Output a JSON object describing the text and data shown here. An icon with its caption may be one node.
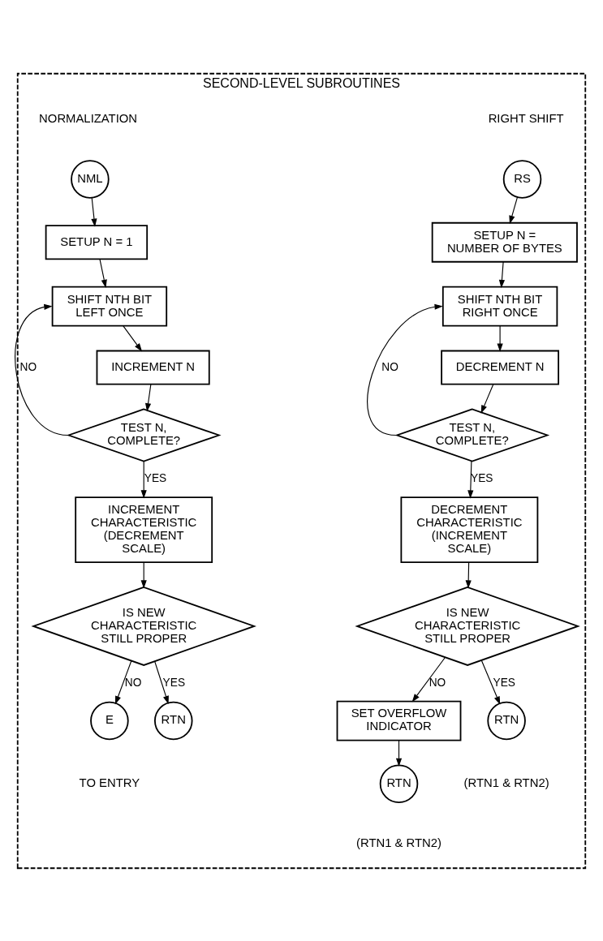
{
  "diagram": {
    "nodes": [
      {
        "text": [
          "SECOND-LEVEL SUBROUTINES"
        ]
      },
      {
        "text": [
          "NML"
        ],
        "in": 0,
        "beside": [
          "NORMALIZATION"
        ]
      },
      {
        "text": [
          "SETUP N = 1"
        ],
        "in": 0
      },
      {
        "text": [
          "SHIFT NTH BIT LEFT ONCE"
        ],
        "in": 0
      },
      {
        "text": [
          "INCREMENT N"
        ],
        "in": 0
      },
      {
        "text": [
          "TEST N, COMPLETE?"
        ],
        "in": 0
      },
      {
        "text": [
          "INCREMENT CHARACTERISTIC (DECREMENT SCALE)"
        ],
        "in": 0
      },
      {
        "text": [
          "IS NEW CHARACTERISTIC STILL PROPER"
        ],
        "in": 0
      },
      {
        "text": [
          "E"
        ],
        "in": 0,
        "beside": [
          "TO ENTRY"
        ]
      },
      {
        "text": [
          "RTN"
        ],
        "in": 0
      },
      {
        "text": [
          "RS"
        ],
        "in": 0,
        "beside": [
          "RIGHT SHIFT"
        ]
      },
      {
        "text": [
          "SETUP N = NUMBER OF BYTES"
        ],
        "in": 0
      },
      {
        "text": [
          "SHIFT NTH BIT RIGHT ONCE"
        ],
        "in": 0
      },
      {
        "text": [
          "DECREMENT N"
        ],
        "in": 0
      },
      {
        "text": [
          "TEST N, COMPLETE?"
        ],
        "in": 0
      },
      {
        "text": [
          "DECREMENT CHARACTERISTIC (INCREMENT SCALE)"
        ],
        "in": 0
      },
      {
        "text": [
          "IS NEW CHARACTERISTIC STILL PROPER"
        ],
        "in": 0
      },
      {
        "text": [
          "SET OVERFLOW INDICATOR"
        ],
        "in": 0
      },
      {
        "text": [
          "RTN"
        ],
        "in": 0,
        "beside": [
          "(RTN1 & RTN2)"
        ]
      },
      {
        "text": [
          "RTN"
        ],
        "in": 0,
        "beside": [
          "(RTN1 & RTN2)"
        ]
      }
    ],
    "edges": [
      {
        "from": 1,
        "to": 2,
        "arrow": "to"
      },
      {
        "from": 2,
        "to": 3,
        "arrow": "to"
      },
      {
        "from": 3,
        "to": 4,
        "arrow": "to"
      },
      {
        "from": 4,
        "to": 5,
        "arrow": "to"
      },
      {
        "from": 5,
        "to": 3,
        "arrow": "to",
        "label": "NO"
      },
      {
        "from": 5,
        "to": 6,
        "arrow": "to",
        "label": "YES"
      },
      {
        "from": 6,
        "to": 7,
        "arrow": "to"
      },
      {
        "from": 7,
        "to": 8,
        "arrow": "to",
        "label": "NO"
      },
      {
        "from": 7,
        "to": 9,
        "arrow": "to",
        "label": "YES"
      },
      {
        "from": 10,
        "to": 11,
        "arrow": "to"
      },
      {
        "from": 11,
        "to": 12,
        "arrow": "to"
      },
      {
        "from": 12,
        "to": 13,
        "arrow": "to"
      },
      {
        "from": 13,
        "to": 14,
        "arrow": "to"
      },
      {
        "from": 14,
        "to": 12,
        "arrow": "to",
        "label": "NO"
      },
      {
        "from": 14,
        "to": 15,
        "arrow": "to",
        "label": "YES"
      },
      {
        "from": 15,
        "to": 16,
        "arrow": "to"
      },
      {
        "from": 16,
        "to": 17,
        "arrow": "to",
        "label": "NO"
      },
      {
        "from": 16,
        "to": 19,
        "arrow": "to",
        "label": "YES"
      },
      {
        "from": 17,
        "to": 18,
        "arrow": "to"
      }
    ]
  }
}
